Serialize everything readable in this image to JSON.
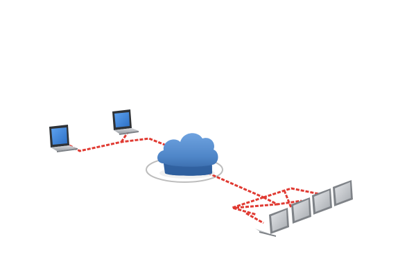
{
  "scene": {
    "background_color": "#ffffff",
    "subject": "cloud-network",
    "colors": {
      "cable": "#e03a32",
      "cloud": "#4f86c8",
      "cloud_shadow": "#2f5f9e",
      "laptop_body": "#c9ccd0",
      "laptop_dark": "#8e9297",
      "screen_blue": "#3b7fd6",
      "ring": "#c7c7c7"
    },
    "icons": [
      "cloud-icon",
      "laptop-icon",
      "orbit-ring",
      "network-cable"
    ],
    "laptop_count": 6
  }
}
